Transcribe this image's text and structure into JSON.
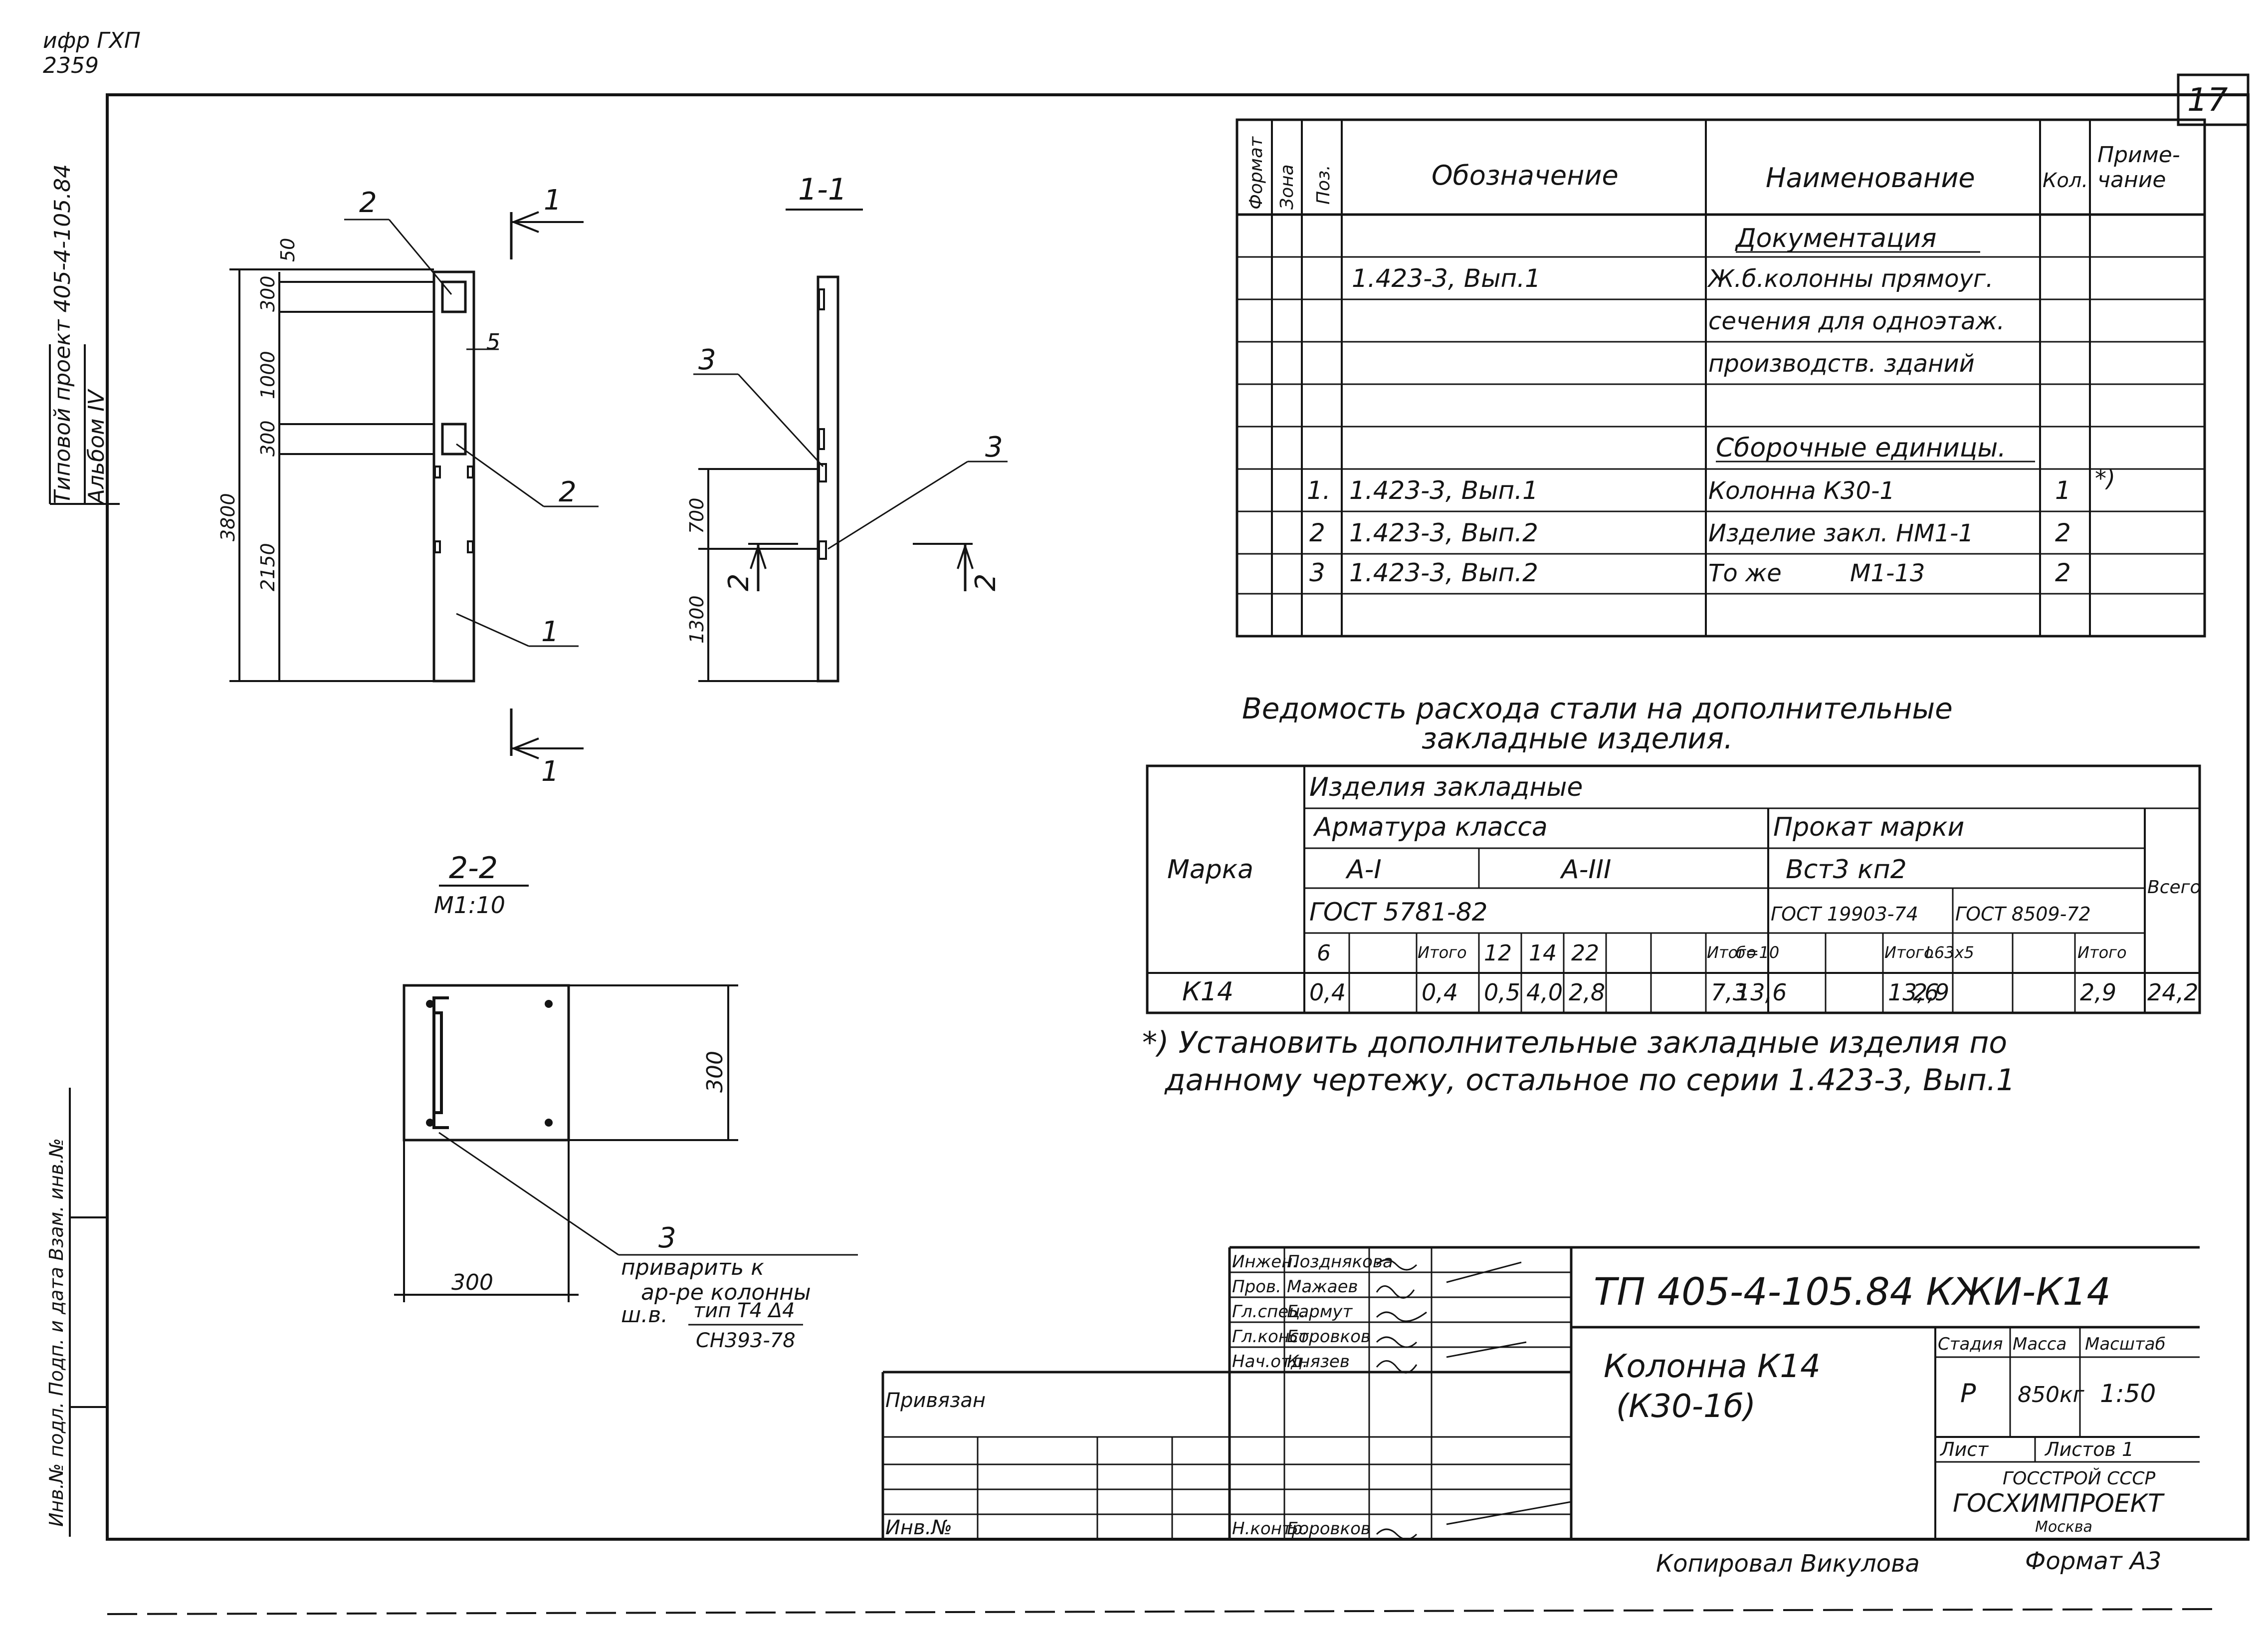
{
  "corner": {
    "code": "ифр ГХП",
    "num": "2359"
  },
  "side_stamp": {
    "project": "Типовой проект 405-4-105.84",
    "album": "Альбом IV"
  },
  "left_strip": {
    "text": "Инв.№ подл. Подп. и дата Взам. инв.№"
  },
  "sheet_number": "17",
  "spec_table": {
    "headers": [
      "Формат",
      "Зона",
      "Поз.",
      "Обозначение",
      "Наименование",
      "Кол.",
      "Приме-",
      "чание"
    ],
    "rows": [
      {
        "pos": "",
        "designation": "",
        "name": "Документация",
        "qty": "",
        "note": ""
      },
      {
        "pos": "",
        "designation": "1.423-3, Вып.1",
        "name": "Ж.б.колонны прямоуг.",
        "qty": "",
        "note": ""
      },
      {
        "pos": "",
        "designation": "",
        "name": "сечения для одноэтаж.",
        "qty": "",
        "note": ""
      },
      {
        "pos": "",
        "designation": "",
        "name": "производств. зданий",
        "qty": "",
        "note": ""
      },
      {
        "pos": "",
        "designation": "",
        "name": "",
        "qty": "",
        "note": ""
      },
      {
        "pos": "",
        "designation": "",
        "name": "Сборочные единицы.",
        "qty": "",
        "note": ""
      },
      {
        "pos": "1.",
        "designation": "1.423-3, Вып.1",
        "name": "Колонна К30-1",
        "qty": "1",
        "note": "*)"
      },
      {
        "pos": "2",
        "designation": "1.423-3, Вып.2",
        "name": "Изделие закл. НМ1-1",
        "qty": "2",
        "note": ""
      },
      {
        "pos": "3",
        "designation": "1.423-3, Вып.2",
        "name": "То же         М1-13",
        "qty": "2",
        "note": ""
      },
      {
        "pos": "",
        "designation": "",
        "name": "",
        "qty": "",
        "note": ""
      }
    ]
  },
  "steel_table": {
    "title_line1": "Ведомость расхода стали на дополнительные",
    "title_line2": "закладные изделия.",
    "marka": "Марка",
    "group": "Изделия закладные",
    "armatura": "Арматура класса",
    "prokat": "Прокат марки",
    "class_a1": "А-I",
    "class_a3": "А-III",
    "steel_mark": "Вст3 кп2",
    "gost_arm": "ГОСТ 5781-82",
    "gost_prokat1": "ГОСТ 19903-74",
    "gost_prokat2": "ГОСТ 8509-72",
    "total": "Всего",
    "subheads": [
      "6",
      "",
      "Итого",
      "12",
      "14",
      "22",
      "",
      "Итого",
      "б=10",
      "",
      "Итого",
      "L63х5",
      "",
      "Итого"
    ],
    "row": {
      "mark": "К14",
      "values": [
        "0,4",
        "",
        "0,4",
        "0,5",
        "4,0",
        "2,8",
        "",
        "7,3",
        "13,6",
        "",
        "13,6",
        "2,9",
        "",
        "2,9"
      ],
      "total": "24,2"
    }
  },
  "footnote": {
    "line1": "*) Установить дополнительные закладные изделия по",
    "line2": "данному чертежу, остальное по серии 1.423-3, Вып.1"
  },
  "elevation": {
    "dims": [
      "50",
      "300",
      "1000",
      "300",
      "2150",
      "3800"
    ],
    "gap": "5",
    "labels": [
      "2",
      "2",
      "1"
    ],
    "cut": "1"
  },
  "section_11": {
    "title": "1-1",
    "dims": [
      "700",
      "1300"
    ],
    "labels": [
      "3",
      "3"
    ],
    "cut": "2"
  },
  "section_22": {
    "title": "2-2",
    "scale": "М1:10",
    "dim_h": "300",
    "dim_w": "300",
    "pos": "3",
    "note1": "приварить к",
    "note2": "ар-ре колонны",
    "note3": "ш.в.",
    "weld": "тип Т4 Δ4",
    "std": "СН393-78"
  },
  "title_block": {
    "code": "ТП 405-4-105.84 КЖИ-К14",
    "name_line1": "Колонна К14",
    "name_line2": "(К30-1б)",
    "stage_label": "Стадия",
    "mass_label": "Масса",
    "scale_label": "Масштаб",
    "stage": "Р",
    "mass": "850кг",
    "scale": "1:50",
    "sheet_label": "Лист",
    "sheets_label": "Листов 1",
    "org1": "ГОССТРОЙ СССР",
    "org2": "ГОСХИМПРОЕКТ",
    "city": "Москва",
    "signers": [
      {
        "role": "Инжен.",
        "name": "Позднякова"
      },
      {
        "role": "Пров.",
        "name": "Мажаев"
      },
      {
        "role": "Гл.спец.",
        "name": "Бармут"
      },
      {
        "role": "Гл.конст.",
        "name": "Боровков"
      },
      {
        "role": "Нач.отд.",
        "name": "Князев"
      }
    ],
    "nkontr": {
      "role": "Н.контр.",
      "name": "Боровков"
    },
    "privyazan": "Привязан",
    "inv": "Инв.№"
  },
  "copied_by": "Копировал Викулова",
  "format": "Формат А3"
}
